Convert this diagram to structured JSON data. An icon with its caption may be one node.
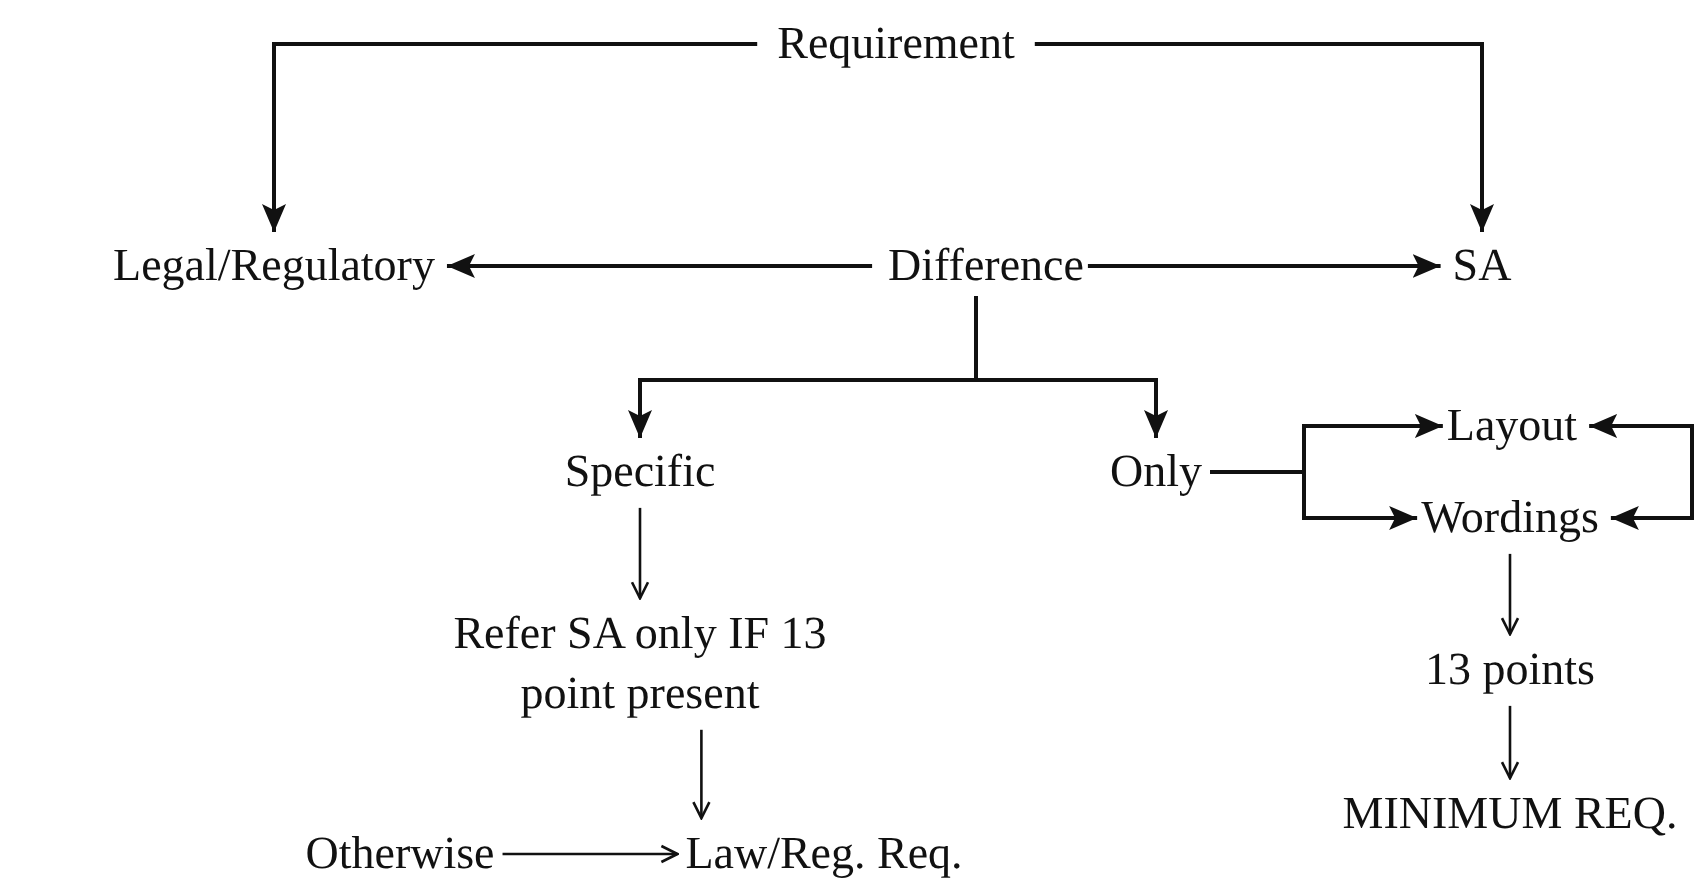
{
  "diagram": {
    "nodes": [
      {
        "text": [
          "Requirement"
        ]
      },
      {
        "text": [
          "Legal/Regulatory"
        ]
      },
      {
        "text": [
          "Difference"
        ]
      },
      {
        "text": [
          "SA"
        ]
      },
      {
        "text": [
          "Specific"
        ]
      },
      {
        "text": [
          "Only"
        ]
      },
      {
        "text": [
          "Layout"
        ]
      },
      {
        "text": [
          "Wordings"
        ]
      },
      {
        "text": [
          "Refer SA only IF 13 point present"
        ]
      },
      {
        "text": [
          "Otherwise"
        ]
      },
      {
        "text": [
          "Law/Reg. Req."
        ]
      },
      {
        "text": [
          "13 points"
        ]
      },
      {
        "text": [
          "MINIMUM REQ."
        ]
      }
    ],
    "edges": [
      {
        "from": 0,
        "to": 1,
        "arrow": "to"
      },
      {
        "from": 0,
        "to": 3,
        "arrow": "to"
      },
      {
        "from": 2,
        "to": 1,
        "arrow": "to"
      },
      {
        "from": 2,
        "to": 3,
        "arrow": "to"
      },
      {
        "from": 2,
        "to": 4,
        "arrow": "to"
      },
      {
        "from": 2,
        "to": 5,
        "arrow": "to"
      },
      {
        "from": 5,
        "to": 6,
        "arrow": "to"
      },
      {
        "from": 5,
        "to": 7,
        "arrow": "to"
      },
      {
        "from": 6,
        "to": 7,
        "arrow": "both"
      },
      {
        "from": 4,
        "to": 8,
        "arrow": "to"
      },
      {
        "from": 8,
        "to": 10,
        "arrow": "to"
      },
      {
        "from": 9,
        "to": 10,
        "arrow": "to"
      },
      {
        "from": 7,
        "to": 11,
        "arrow": "to"
      },
      {
        "from": 11,
        "to": 12,
        "arrow": "to"
      }
    ]
  }
}
